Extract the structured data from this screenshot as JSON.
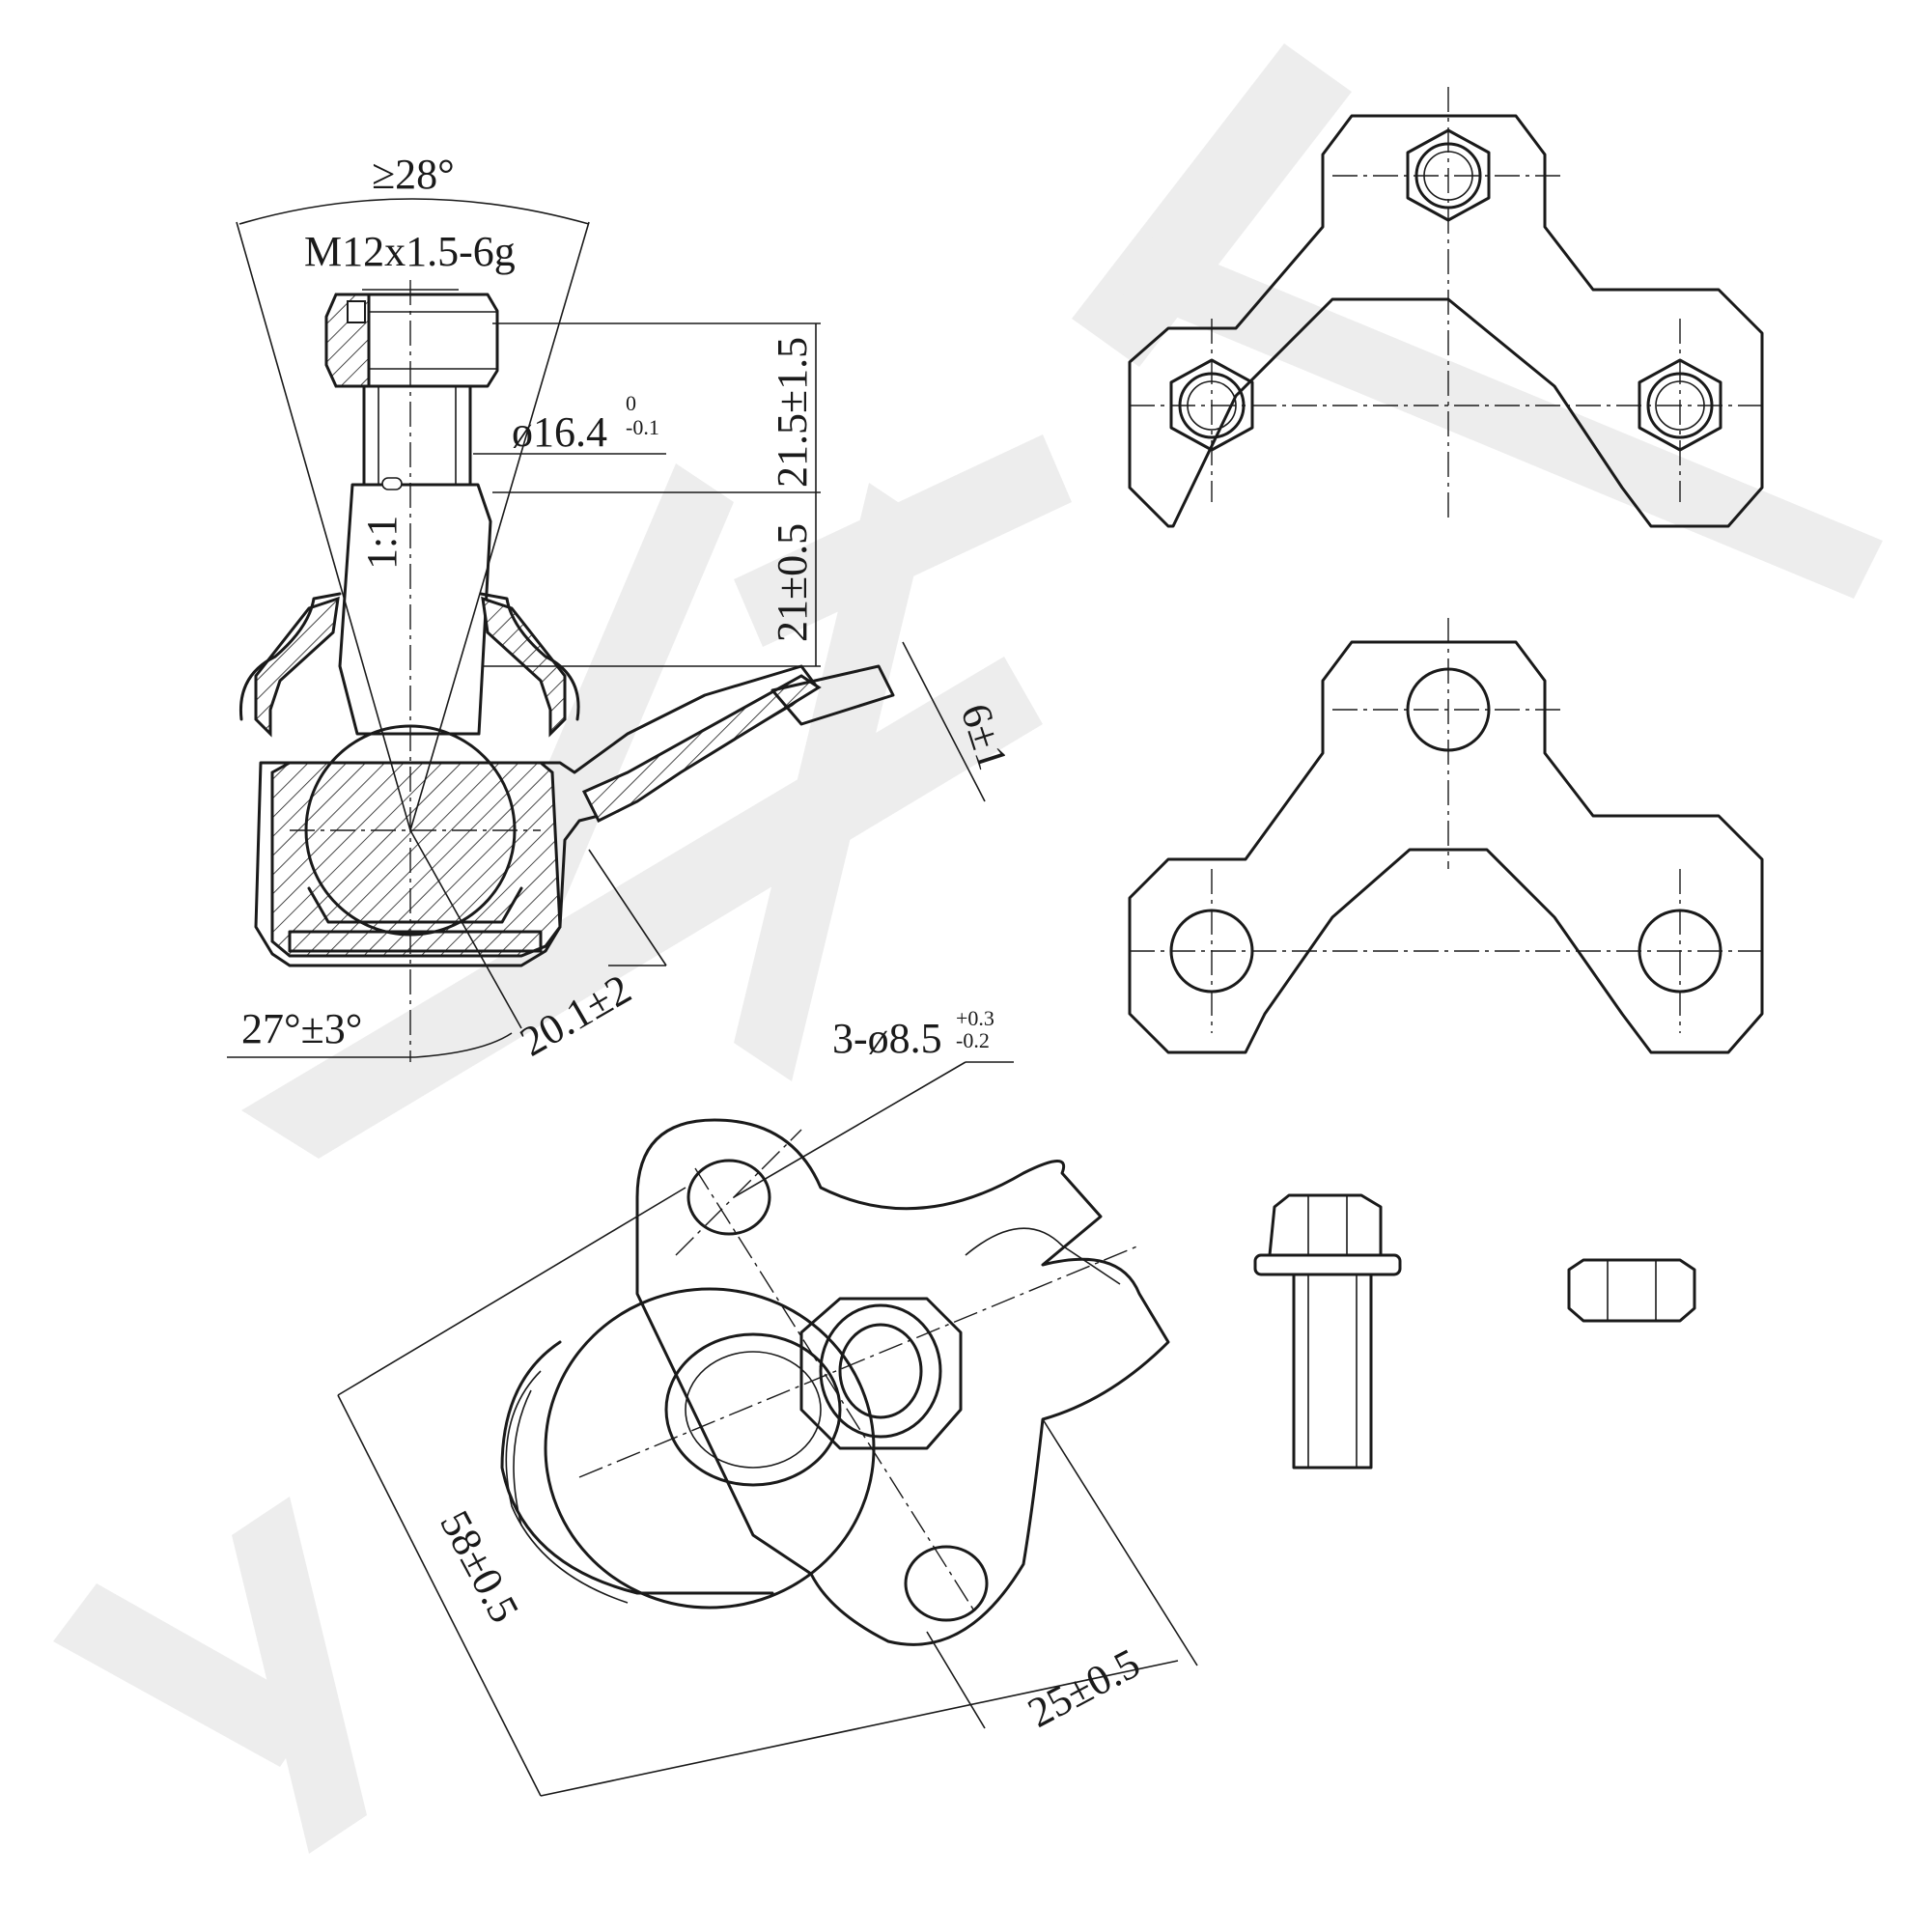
{
  "watermark": {
    "text": "ZENNEK",
    "color": "#ededed"
  },
  "dimensions": {
    "cone_angle": "≥28°",
    "thread": "M12x1.5-6g",
    "diameter_main": "ø16.4",
    "diameter_tol_upper": "0",
    "diameter_tol_lower": "-0.1",
    "height_upper": "21.5±1.5",
    "height_lower": "21±0.5",
    "taper": "1:1",
    "flange_thickness": "6±1",
    "offset": "20.1±2",
    "angle": "27°±3°",
    "hole_spec": "3-ø8.5",
    "hole_tol_upper": "+0.3",
    "hole_tol_lower": "-0.2",
    "span": "58±0.5",
    "pitch": "25±0.5"
  },
  "colors": {
    "line": "#1a1a1a",
    "background": "#ffffff"
  }
}
